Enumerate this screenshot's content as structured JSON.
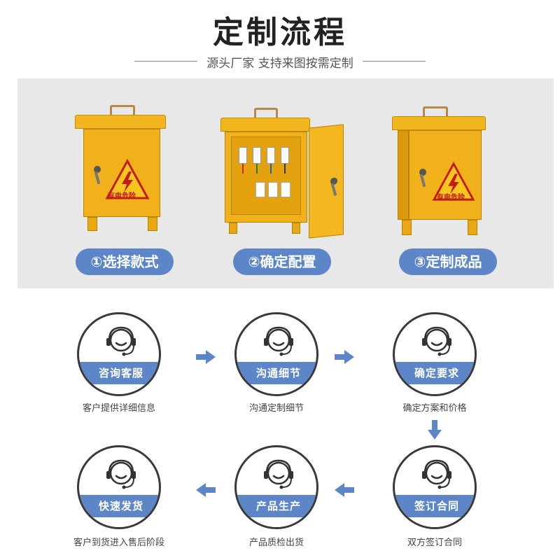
{
  "header": {
    "title": "定制流程",
    "subtitle": "源头厂家 支持来图按需定制"
  },
  "products": [
    {
      "label": "①选择款式"
    },
    {
      "label": "②确定配置"
    },
    {
      "label": "③定制成品"
    }
  ],
  "warning_text": "有电危险",
  "steps": [
    {
      "title": "咨询客服",
      "caption": "客户提供详细信息"
    },
    {
      "title": "沟通细节",
      "caption": "沟通定制细节"
    },
    {
      "title": "确定要求",
      "caption": "确定方案和价格"
    },
    {
      "title": "签订合同",
      "caption": "双方签订合同"
    },
    {
      "title": "产品生产",
      "caption": "产品质检出货"
    },
    {
      "title": "快速发货",
      "caption": "客户到货进入售后阶段"
    }
  ],
  "colors": {
    "accent": "#5c86c8",
    "cabinet": "#f0b11a",
    "circle_border": "#3a3a3a",
    "panel_bg": "#e8e8e8"
  },
  "icons": {
    "step_icon": "customer-service-headset-icon",
    "arrow": "arrow-icon"
  }
}
